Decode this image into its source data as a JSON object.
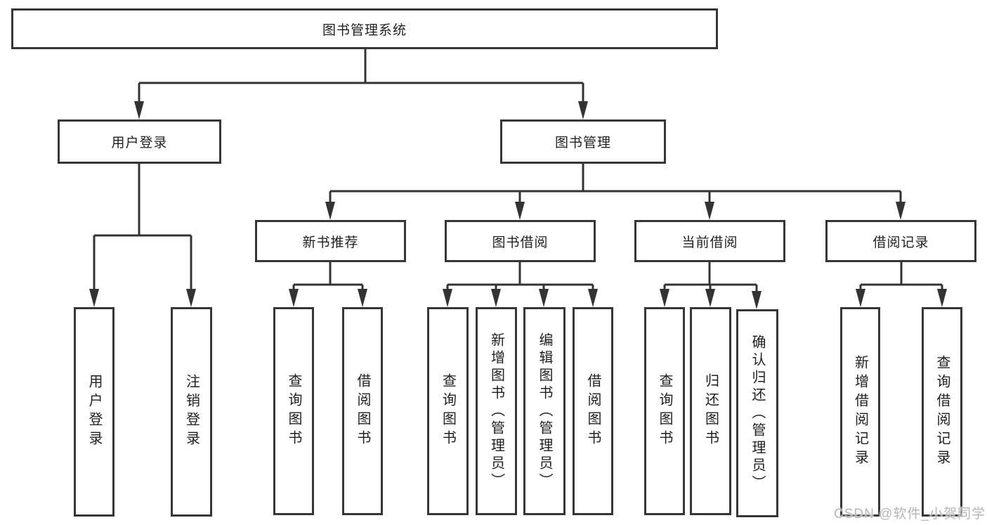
{
  "diagram": {
    "root": {
      "label": "图书管理系统"
    },
    "branches": [
      {
        "label": "用户登录",
        "children": [
          {
            "label": "用户登录"
          },
          {
            "label": "注销登录"
          }
        ]
      },
      {
        "label": "图书管理",
        "sections": [
          {
            "label": "新书推荐",
            "children": [
              {
                "label": "查询图书"
              },
              {
                "label": "借阅图书"
              }
            ]
          },
          {
            "label": "图书借阅",
            "children": [
              {
                "label": "查询图书"
              },
              {
                "label": "新增图书（管理员）"
              },
              {
                "label": "编辑图书（管理员）"
              },
              {
                "label": "借阅图书"
              }
            ]
          },
          {
            "label": "当前借阅",
            "children": [
              {
                "label": "查询图书"
              },
              {
                "label": "归还图书"
              },
              {
                "label": "确认归还（管理员）"
              }
            ]
          },
          {
            "label": "借阅记录",
            "children": [
              {
                "label": "新增借阅记录"
              },
              {
                "label": "查询借阅记录"
              }
            ]
          }
        ]
      }
    ]
  },
  "watermark": {
    "text": "CSDN @软件_小贺同学"
  },
  "colors": {
    "background": "#ffffff",
    "box_fill": "#ffffff",
    "box_border": "#363636",
    "line": "#333333",
    "text": "#1f1f1f",
    "watermark": "#b5b5b5"
  }
}
